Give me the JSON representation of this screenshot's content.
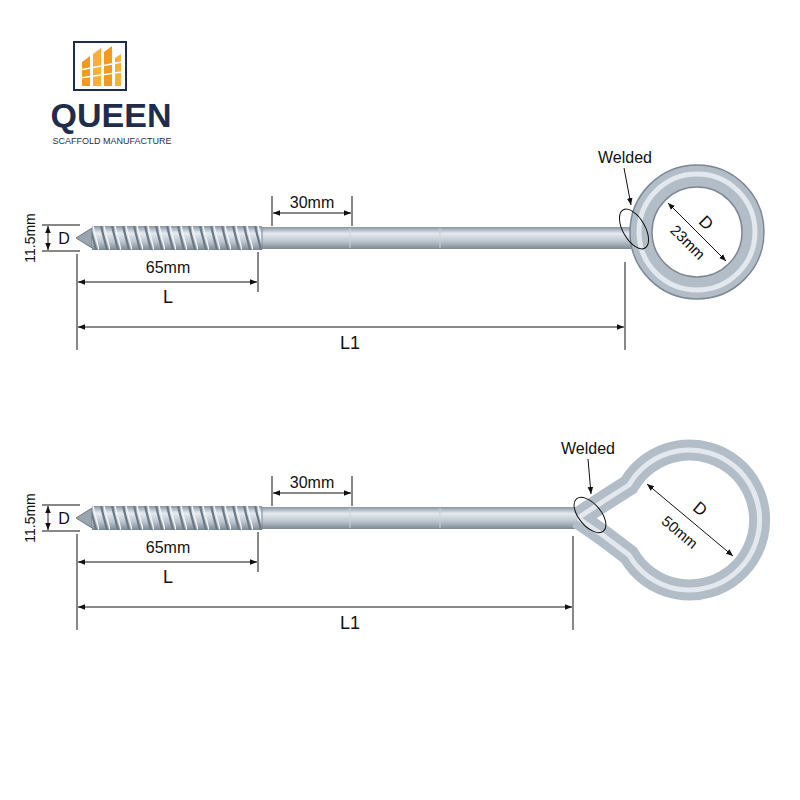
{
  "diagram": {
    "labels": [
      "QUEEN",
      "SCAFFOLD MANUFACTURE",
      "Welded",
      "30mm",
      "11.5mm",
      "D",
      "65mm",
      "L",
      "L1",
      "D",
      "23mm",
      "Welded",
      "30mm",
      "11.5mm",
      "D",
      "65mm",
      "L",
      "L1",
      "D",
      "50mm"
    ]
  }
}
